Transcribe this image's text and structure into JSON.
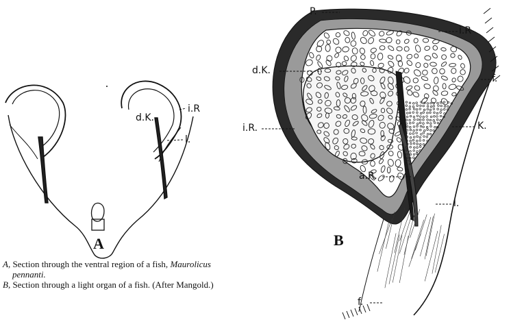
{
  "figure_a": {
    "panel_label": "A",
    "labels": {
      "dk": "d.K.",
      "iR": "i.R",
      "l": "l."
    }
  },
  "figure_b": {
    "panel_label": "B",
    "labels": {
      "P": "P.",
      "iR_top": "i.R",
      "dK": "d.K.",
      "f_right": "f.",
      "iR_left": "i.R.",
      "K": "K.",
      "aR": "a.R.",
      "l": "l.",
      "f_bottom": "f."
    }
  },
  "caption": {
    "line1_key": "A,",
    "line1_text": " Section through the ventral region of a fish, ",
    "line1_species": "Maurolicus",
    "line1b_species": "pennanti.",
    "line2_key": "B,",
    "line2_text": " Section through a light organ of a fish.   (After Mangold.)"
  }
}
